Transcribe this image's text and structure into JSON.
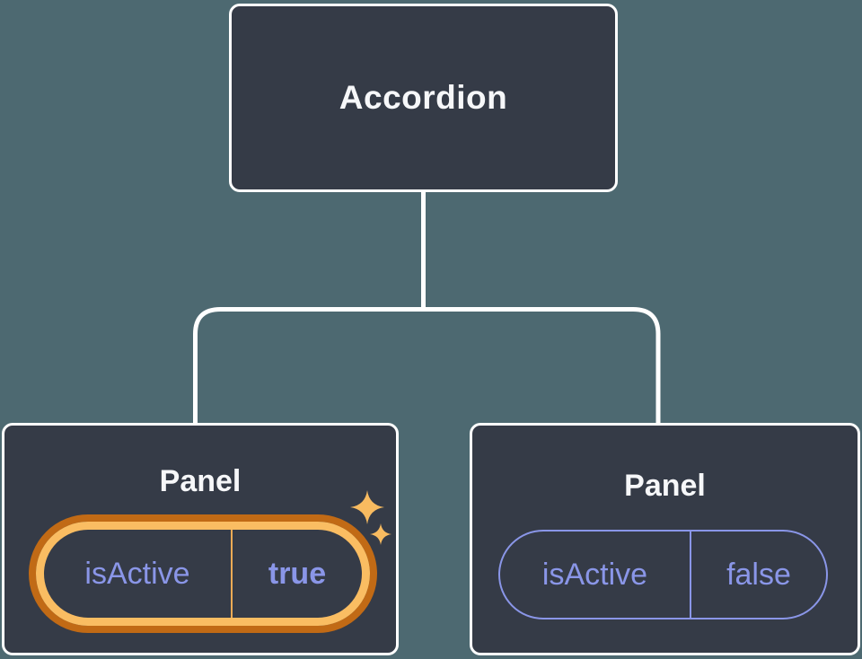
{
  "diagram": {
    "root_node": {
      "label": "Accordion"
    },
    "panels": [
      {
        "label": "Panel",
        "state_key": "isActive",
        "state_value": "true",
        "highlighted": true,
        "icon": "sparkles-icon"
      },
      {
        "label": "Panel",
        "state_key": "isActive",
        "state_value": "false",
        "highlighted": false
      }
    ]
  },
  "colors": {
    "background": "#4D6971",
    "card_background": "#353B47",
    "card_border": "#FFFFFF",
    "connector_line": "#FFFFFF",
    "text_primary": "#F6F7F9",
    "state_purple": "#8A96E8",
    "highlight_orange_dark": "#C16A15",
    "highlight_orange_light": "#FABD62",
    "highlight_divider_orange": "#ECAB55",
    "sparkle_orange": "#F8BB60"
  }
}
